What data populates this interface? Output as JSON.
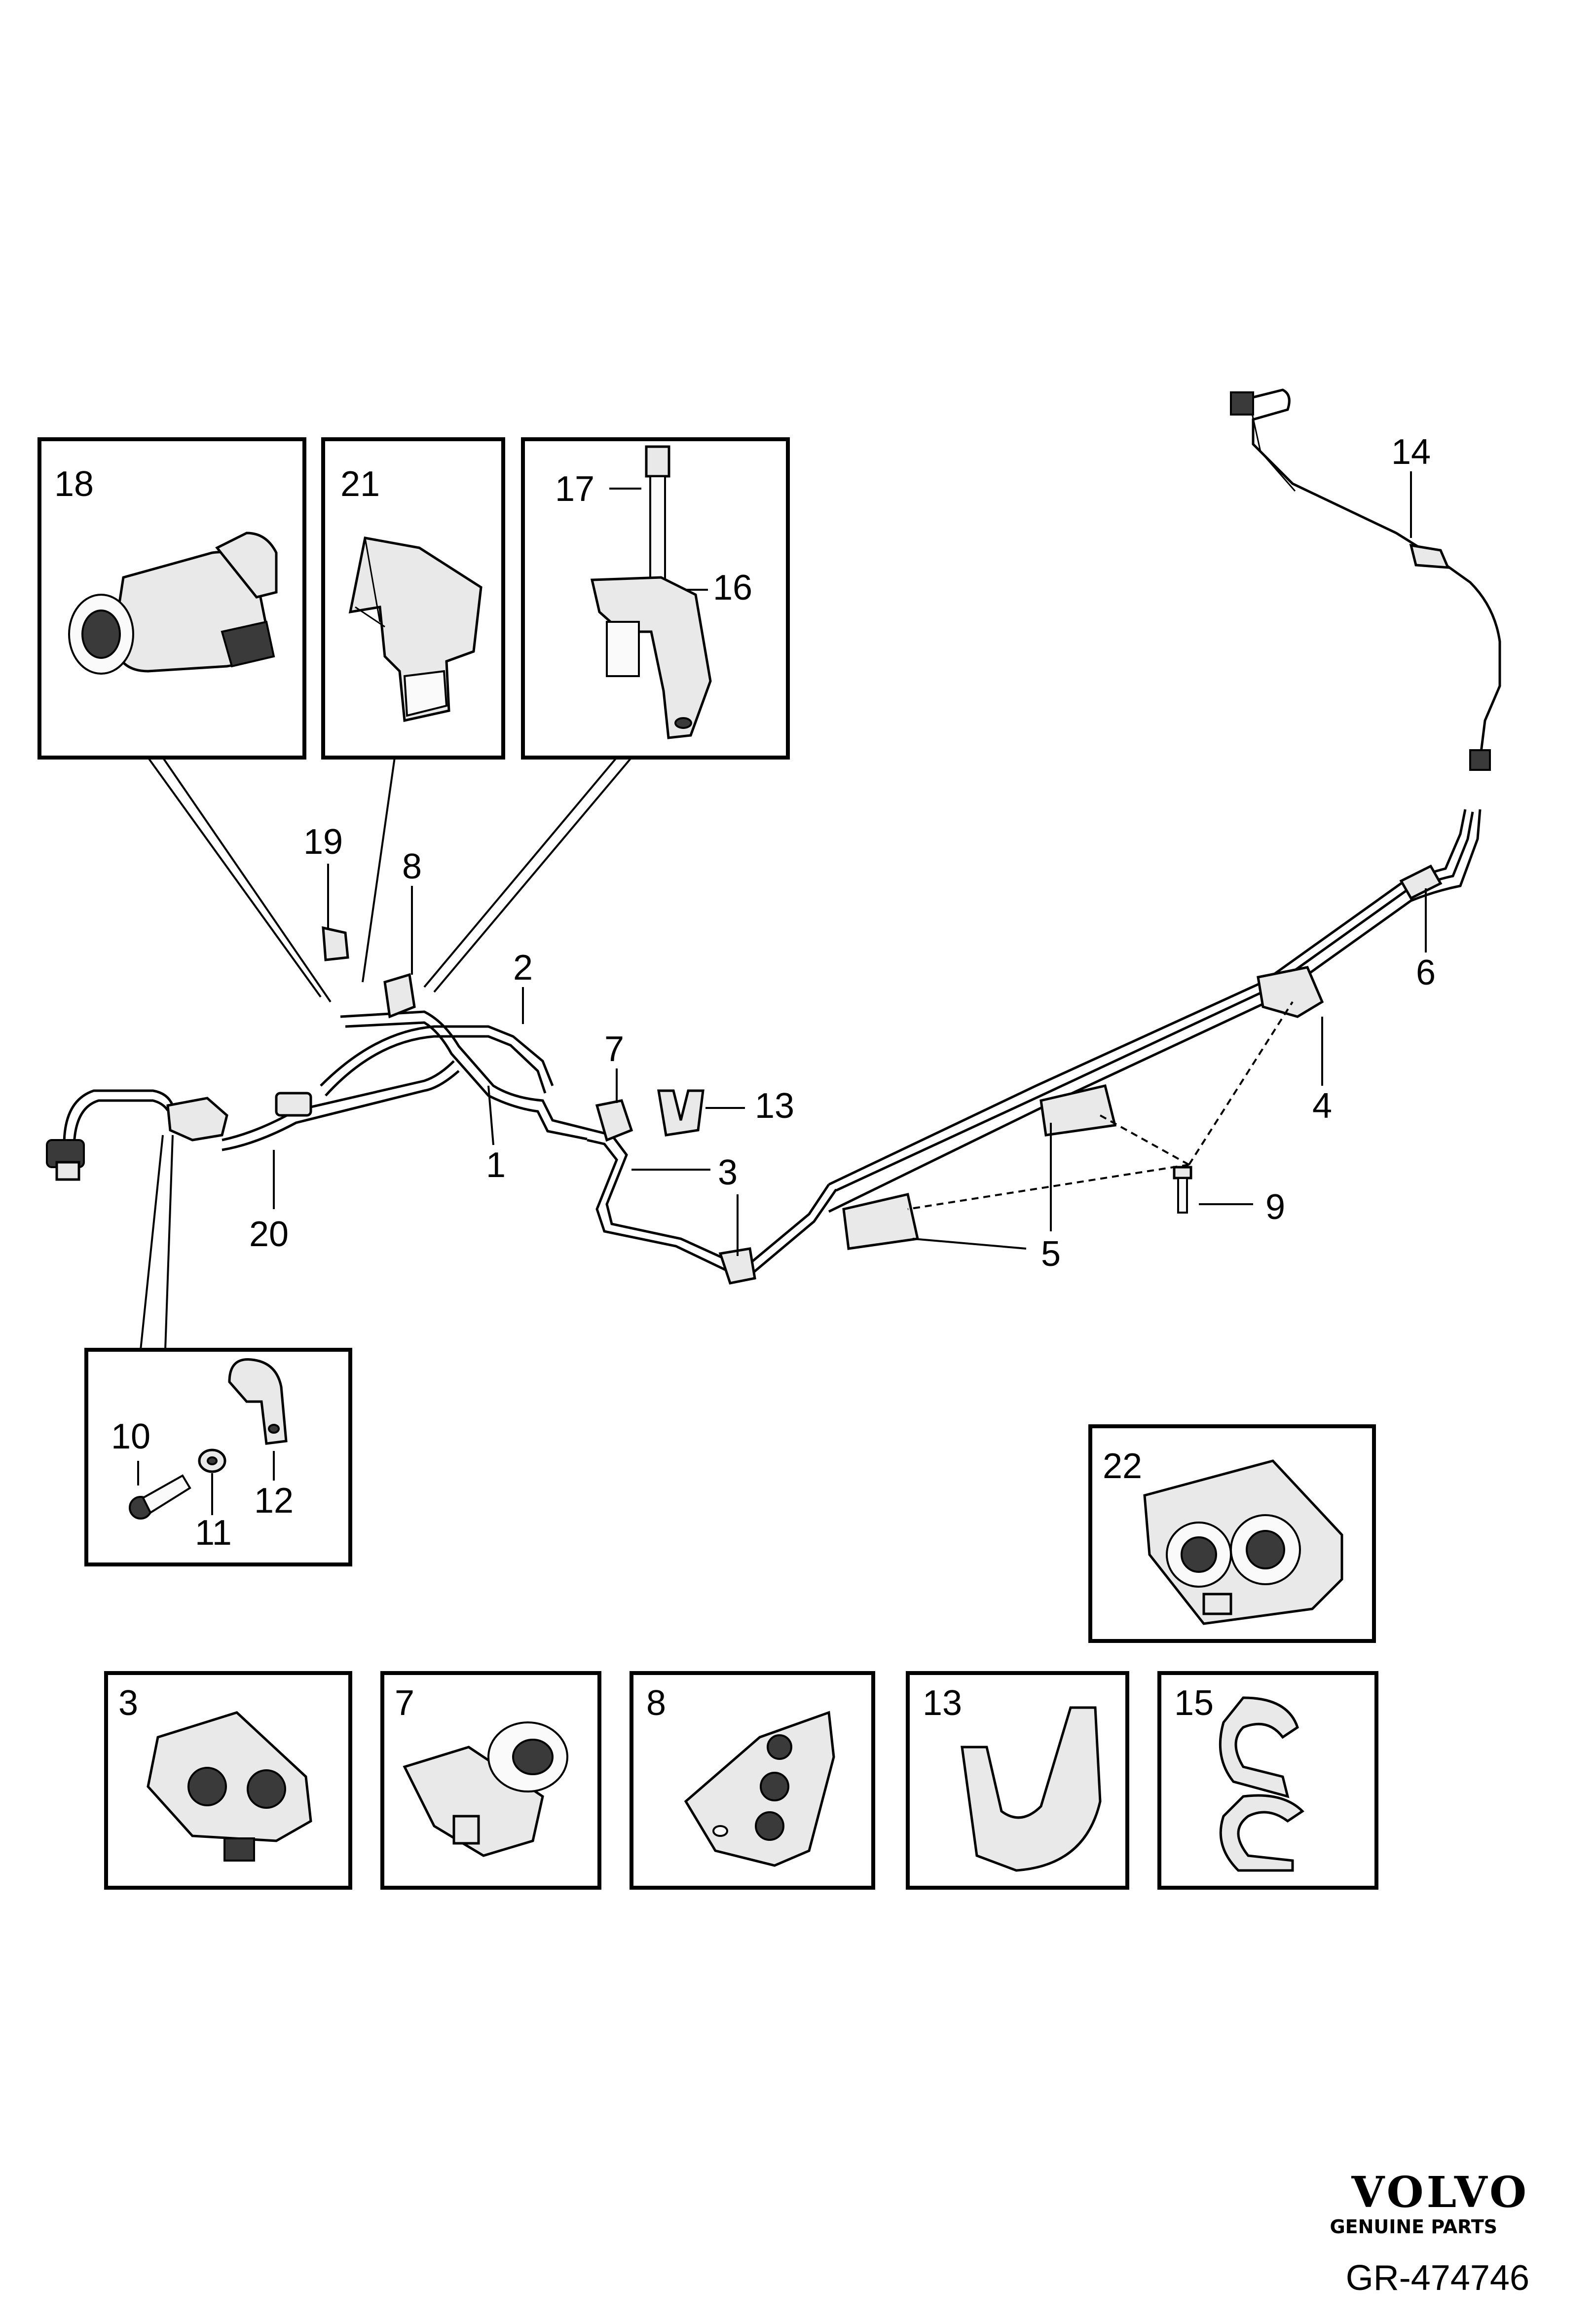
{
  "callouts": {
    "c1": "1",
    "c2": "2",
    "c3": "3",
    "c4": "4",
    "c5": "5",
    "c6": "6",
    "c7": "7",
    "c8": "8",
    "c9": "9",
    "c10": "10",
    "c11": "11",
    "c12": "12",
    "c13": "13",
    "c14": "14",
    "c16": "16",
    "c17": "17",
    "c18": "18",
    "c19": "19",
    "c20": "20",
    "c21": "21",
    "c22": "22"
  },
  "detail_boxes": {
    "b3": "3",
    "b7": "7",
    "b8": "8",
    "b13": "13",
    "b15": "15"
  },
  "brand": {
    "name": "VOLVO",
    "tagline": "GENUINE PARTS"
  },
  "figure_code": "GR-474746"
}
